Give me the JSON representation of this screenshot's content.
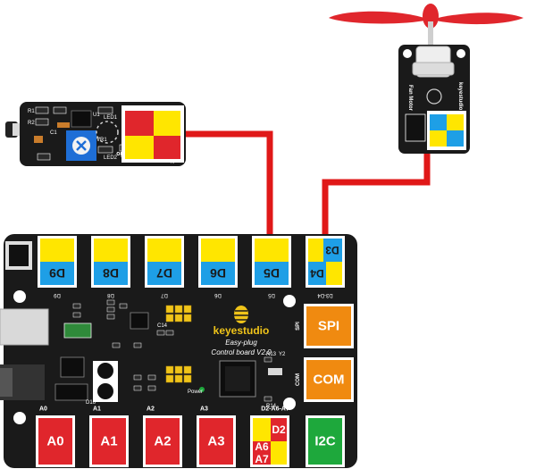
{
  "board": {
    "brand": "keyestudio",
    "subtitle": "Easy-plug",
    "model": "Control board V2.0",
    "top_ports": [
      {
        "label": "D9",
        "silk": "D9"
      },
      {
        "label": "D8",
        "silk": "D8"
      },
      {
        "label": "D7",
        "silk": "D7"
      },
      {
        "label": "D6",
        "silk": "D6"
      },
      {
        "label": "D5",
        "silk": "D5"
      },
      {
        "label": "D4",
        "label2": "D3",
        "silk": "D3-D4"
      }
    ],
    "bottom_ports": [
      {
        "label": "A0",
        "silk": "A0"
      },
      {
        "label": "A1",
        "silk": "A1"
      },
      {
        "label": "A2",
        "silk": "A2"
      },
      {
        "label": "A3",
        "silk": "A3"
      },
      {
        "label": "D2",
        "label2": "A6",
        "label3": "A7",
        "silk": "D2-A6-A7"
      },
      {
        "label": "I2C",
        "silk": ""
      }
    ],
    "side_ports": [
      {
        "label": "SPI",
        "silk": "SPI"
      },
      {
        "label": "COM",
        "silk": "COM"
      }
    ],
    "small_labels": {
      "power": "Power",
      "ref1": "C14",
      "ref2": "R13",
      "ref3": "Y2",
      "ref4": "R14",
      "ref5": "D16"
    }
  },
  "flame_sensor": {
    "brand": "Keyestudio",
    "labels": {
      "led1": "LED1",
      "led2": "LED2",
      "r1": "R1",
      "r2": "R2",
      "c1": "C1",
      "vr": "VR1",
      "j1": "J1",
      "u1": "U1"
    }
  },
  "fan_module": {
    "title": "Fan Motor",
    "brand": "keyestudio"
  },
  "colors": {
    "board": "#1a1a1a",
    "port_yellow": "#ffe600",
    "port_blue": "#1e9fe6",
    "port_red": "#e0262c",
    "port_orange": "#f08a10",
    "port_green": "#1ea83c",
    "wire": "#e01818",
    "propeller": "#e0262c"
  }
}
